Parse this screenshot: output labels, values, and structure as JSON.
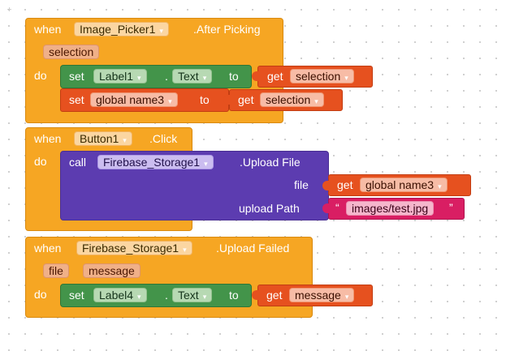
{
  "blocks": {
    "event1": {
      "when": "when",
      "component": "Image_Picker1",
      "event": ".After Picking",
      "param": "selection",
      "do": "do",
      "stmt1": {
        "set": "set",
        "target": "Label1",
        "dot": ".",
        "prop": "Text",
        "to": "to",
        "get": "get",
        "value": "selection"
      },
      "stmt2": {
        "set": "set",
        "var": "global name3",
        "to": "to",
        "get": "get",
        "value": "selection"
      }
    },
    "event2": {
      "when": "when",
      "component": "Button1",
      "event": ".Click",
      "do": "do",
      "call": "call",
      "callComponent": "Firebase_Storage1",
      "method": ".Upload File",
      "argFile": "file",
      "argPath": "upload Path",
      "getVar": {
        "get": "get",
        "var": "global name3"
      },
      "openQuote": "“",
      "pathText": "images/test.jpg",
      "closeQuote": "”"
    },
    "event3": {
      "when": "when",
      "component": "Firebase_Storage1",
      "event": ".Upload Failed",
      "param1": "file",
      "param2": "message",
      "do": "do",
      "stmt1": {
        "set": "set",
        "target": "Label4",
        "dot": ".",
        "prop": "Text",
        "to": "to",
        "get": "get",
        "value": "message"
      }
    }
  },
  "colors": {
    "event": "#f6a623",
    "call": "#5c3cb0",
    "setComponent": "#43944a",
    "variable": "#e6511f",
    "text": "#d91e63"
  },
  "icons": {
    "dropdown": "▾"
  }
}
